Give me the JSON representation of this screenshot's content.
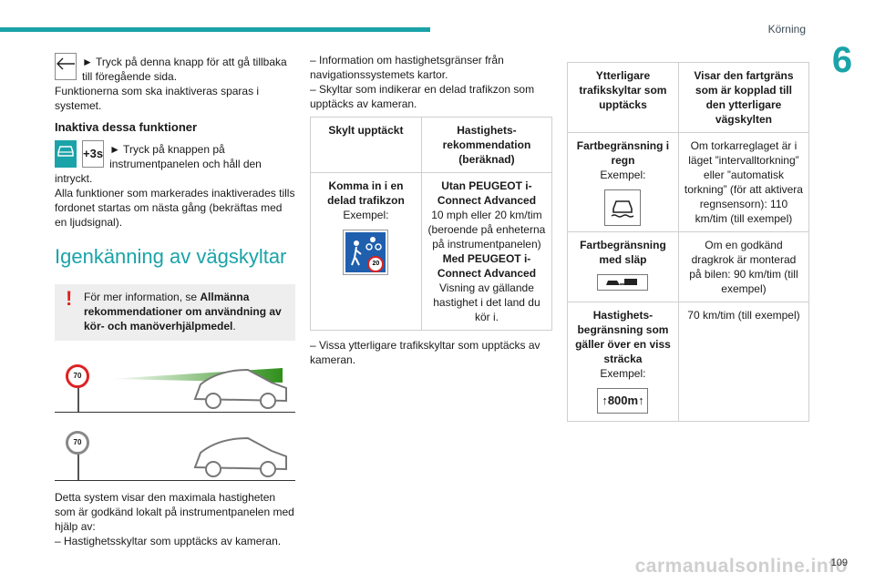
{
  "header": {
    "section": "Körning",
    "chapter": "6",
    "page": "109"
  },
  "watermark": "carmanualsonline.info",
  "col1": {
    "back_text": "► Tryck på denna knapp för att gå tillbaka till föregående sida.",
    "para1": "Funktionerna som ska inaktiveras sparas i systemet.",
    "h_inactive": "Inaktiva dessa funktioner",
    "btn_label": "+3s",
    "press_text": "► Tryck på knappen på instrumentpanelen och håll den",
    "press_cont": "intryckt.",
    "para2": "Alla funktioner som markerades inaktiverades tills fordonet startas om nästa gång (bekräftas med en ljudsignal).",
    "h2": "Igenkänning av vägskyltar",
    "note_prefix": "För mer information, se ",
    "note_bold": "Allmänna rekommendationer om användning av kör- och manöverhjälpmedel",
    "note_suffix": ".",
    "sign1": "70",
    "sign2": "70",
    "para3": "Detta system visar den maximala hastigheten som är godkänd lokalt på instrumentpanelen med hjälp av:",
    "para4": "– Hastighetsskyltar som upptäcks av kameran."
  },
  "col2": {
    "intro1": "– Information om hastighetsgränser från navigationssystemets kartor.",
    "intro2": "– Skyltar som indikerar en delad trafikzon som upptäcks av kameran.",
    "th1": "Skylt upptäckt",
    "th2": "Hastighets-rekommendation (beräknad)",
    "r1c1_bold": "Komma in i en delad trafikzon",
    "r1c1_norm": "Exempel:",
    "r1_sign": "20",
    "r1c2_b1": "Utan PEUGEOT i-Connect Advanced",
    "r1c2_n1": "10 mph eller 20 km/tim (beroende på enheterna på instrumentpanelen)",
    "r1c2_b2": "Med PEUGEOT i-Connect Advanced",
    "r1c2_n2": "Visning av gällande hastighet i det land du kör i.",
    "outro": "– Vissa ytterligare trafikskyltar som upptäcks av kameran."
  },
  "col3": {
    "th1": "Ytterligare trafikskyltar som upptäcks",
    "th2": "Visar den fartgräns som är kopplad till den ytterligare vägskylten",
    "r1c1_bold": "Fartbegränsning i regn",
    "r1c1_norm": "Exempel:",
    "r1c2": "Om torkarreglaget är i läget ”intervalltorkning” eller ”automatisk torkning” (för att aktivera regnsensorn): 110 km/tim (till exempel)",
    "r2c1_bold": "Fartbegränsning med släp",
    "r2c2": "Om en godkänd dragkrok är monterad på bilen: 90 km/tim (till exempel)",
    "r3c1_bold": "Hastighets-begränsning som gäller över en viss sträcka",
    "r3c1_norm": "Exempel:",
    "r3_sign": "800m",
    "r3c2": "70 km/tim (till exempel)"
  },
  "colors": {
    "accent": "#1aa3a8",
    "warning": "#e0211c",
    "sign_blue": "#1f5fae"
  }
}
